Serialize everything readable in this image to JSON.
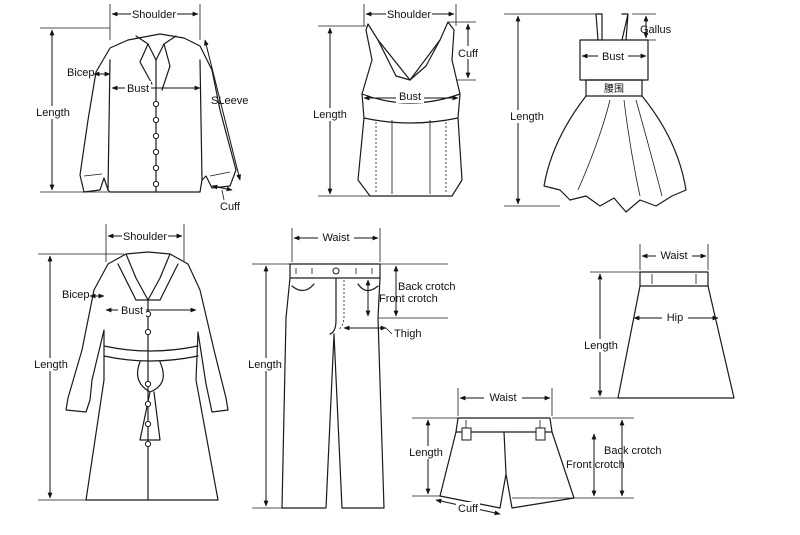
{
  "labels": {
    "blouse": {
      "shoulder": "Shoulder",
      "bicep": "Bicep",
      "bust": "Bust",
      "sleeve": "SLeeve",
      "length": "Length",
      "cuff": "Cuff"
    },
    "tank": {
      "shoulder": "Shoulder",
      "cuff": "Cuff",
      "bust": "Bust",
      "length": "Length"
    },
    "dress": {
      "gallus": "Gallus",
      "bust": "Bust",
      "waistband": "腰围",
      "length": "Length"
    },
    "coat": {
      "shoulder": "Shoulder",
      "bicep": "Bicep",
      "bust": "Bust",
      "length": "Length"
    },
    "trousers": {
      "waist": "Waist",
      "back_crotch": "Back crotch",
      "front_crotch": "Front crotch",
      "thigh": "Thigh",
      "length": "Length"
    },
    "skirt": {
      "waist": "Waist",
      "hip": "Hip",
      "length": "Length"
    },
    "shorts": {
      "waist": "Waist",
      "length": "Length",
      "back_crotch": "Back crotch",
      "front_crotch": "Front crotch",
      "cuff": "Cuff"
    }
  }
}
